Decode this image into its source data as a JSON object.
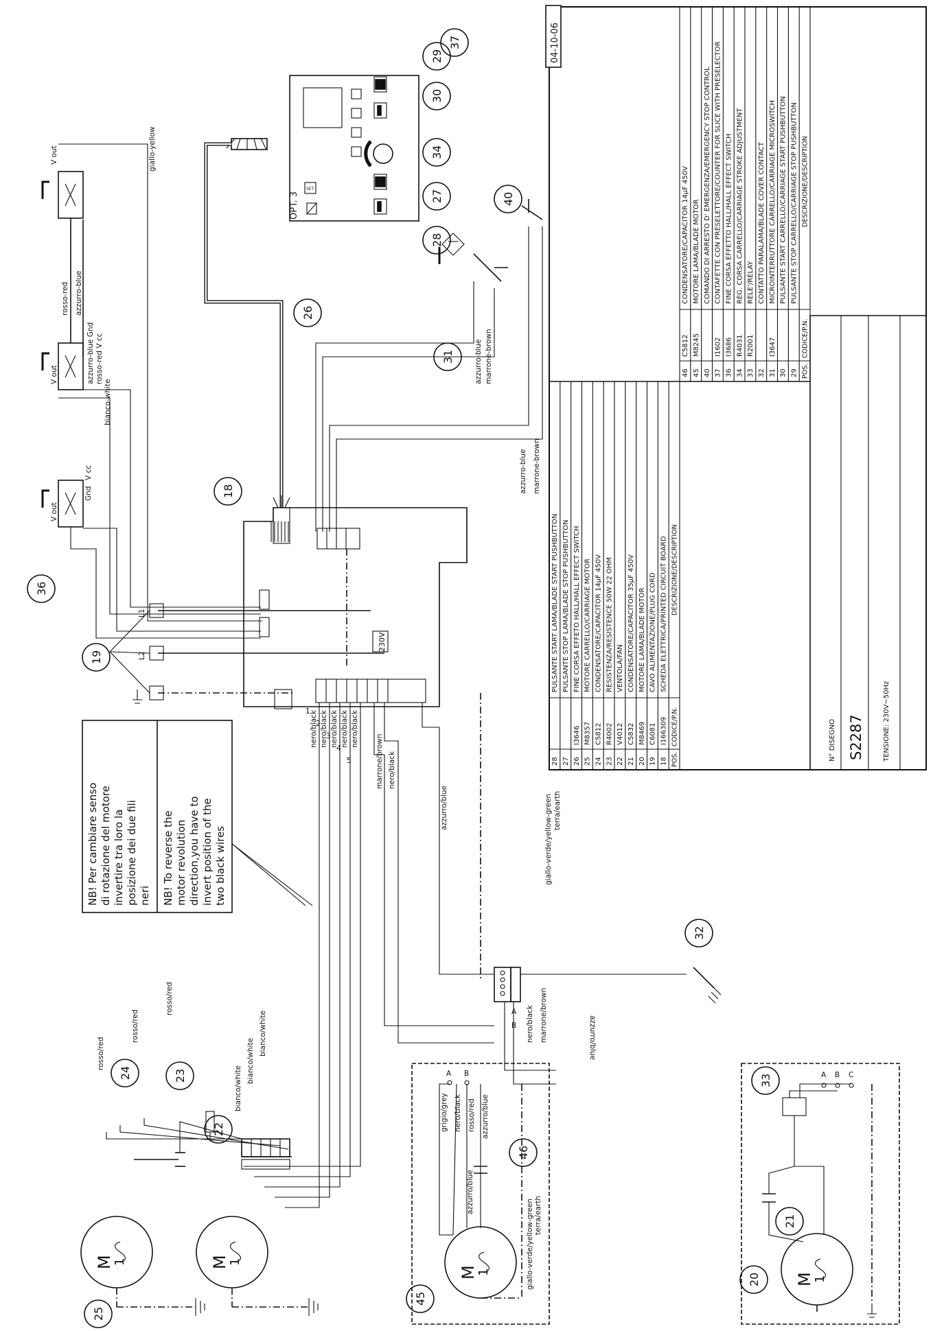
{
  "date": "04-10-06",
  "drawing_label": "N° DISEGNO",
  "drawing_number": "S2287",
  "voltage": "TENSIONE: 230V~50Hz",
  "option_label": "OPT. 3",
  "note_it": [
    "NB! Per cambiare senso",
    "di rotazione del motore",
    "invertire tra loro la",
    "posizione dei due fili",
    "neri"
  ],
  "note_en": [
    "NB! To reverse the",
    "motor revolution",
    "direction,you have to",
    "invert position of the",
    "two black wires"
  ],
  "voltage_label": "230V",
  "callouts": [
    {
      "label": "37"
    },
    {
      "label": "29"
    },
    {
      "label": "30"
    },
    {
      "label": "34"
    },
    {
      "label": "27"
    },
    {
      "label": "28"
    },
    {
      "label": "26"
    },
    {
      "label": "40"
    },
    {
      "label": "31"
    },
    {
      "label": "18"
    },
    {
      "label": "36"
    },
    {
      "label": "19"
    },
    {
      "label": "32"
    },
    {
      "label": "24"
    },
    {
      "label": "23"
    },
    {
      "label": "22"
    },
    {
      "label": "25"
    },
    {
      "label": "46"
    },
    {
      "label": "45"
    },
    {
      "label": "33"
    },
    {
      "label": "21"
    },
    {
      "label": "20"
    }
  ],
  "wire_labels": [
    "giallo-yellow",
    "rosso-red",
    "azzurro-blue",
    "azzurro-blue Gnd",
    "rosso-red V cc",
    "bianco-white",
    "V out",
    "V out",
    "V cc",
    "Gnd",
    "V out",
    "azzurro-blue",
    "marrone-brown",
    "azzurro-blue",
    "marrone-brown",
    "nero/black",
    "nero/black",
    "nero/black",
    "nero/black",
    "nero/black",
    "marrone/brown",
    "nero/black",
    "azzurro/blue",
    "giallo-verde/yellow-green",
    "terra/earth",
    "azzurro/blue",
    "nero/black",
    "marrone/brown",
    "rosso/red",
    "rosso/red",
    "rosso/red",
    "bianco/white",
    "bianco/white",
    "bianco/white",
    "grigio/grey",
    "nero/black",
    "rosso/red",
    "azzurro/blue",
    "azzurro/blue",
    "giallo-verde/yellow-green",
    "terra/earth",
    "L1",
    "L2",
    "1",
    "2",
    "3",
    "4",
    "5",
    "A",
    "B",
    "C",
    "SET",
    "M",
    "1"
  ],
  "table_left": {
    "rows": [
      {
        "pos": "28",
        "code": "",
        "desc": "PULSANTE START LAMA/BLADE START PUSHBUTTON"
      },
      {
        "pos": "27",
        "code": "",
        "desc": "PULSANTE STOP LAMA/BLADE STOP PUSHBUTTON"
      },
      {
        "pos": "26",
        "code": "I3646",
        "desc": "FINE CORSA EFFETO HALL/HALL EFFECT SWITCH"
      },
      {
        "pos": "25",
        "code": "M8357",
        "desc": "MOTORE CARRELLO/CARRIAGE MOTOR"
      },
      {
        "pos": "24",
        "code": "C5812",
        "desc": "CONDENSATORE/CAPACITOR 14µF 450V"
      },
      {
        "pos": "23",
        "code": "R4002",
        "desc": "RESISTENZA/RESISTENCE 50W 22 OHM"
      },
      {
        "pos": "22",
        "code": "V4012",
        "desc": "VENTOLA/FAN"
      },
      {
        "pos": "21",
        "code": "C5832",
        "desc": "CONDENSATORE/CAPACITOR 35µF 450V"
      },
      {
        "pos": "20",
        "code": "M8469",
        "desc": "MOTORE LAMA/BLADE MOTOR"
      },
      {
        "pos": "19",
        "code": "C6081",
        "desc": "CAVO ALIMENTAZIONE/PLUG CORD"
      },
      {
        "pos": "18",
        "code": "I166309",
        "desc": "SCHEDA ELETTRICA/PRINTED CIRCUIT BOARD"
      }
    ],
    "header": {
      "pos": "POS.",
      "code": "CODICE/P.N.",
      "desc": "DESCRIZIONE/DESCRIPTION"
    }
  },
  "table_right": {
    "rows": [
      {
        "pos": "46",
        "code": "C5812",
        "desc": "CONDENSATORE/CAPACITOR 14µF 450V"
      },
      {
        "pos": "45",
        "code": "M8245",
        "desc": "MOTORE LAMA/BLADE MOTOR"
      },
      {
        "pos": "40",
        "code": "",
        "desc": "COMANDO DI ARRESTO D' EMERGENZA/EMERGENCY STOP CONTROL"
      },
      {
        "pos": "37",
        "code": "I1602",
        "desc": "CONTAFETTE CON PRESELETTORE/COUNTER FOR SLICE WITH PRESELECTOR"
      },
      {
        "pos": "36",
        "code": "I3686",
        "desc": "FINE CORSA EFFETTO HALL/HALL EFFECT SWITCH"
      },
      {
        "pos": "34",
        "code": "R4031",
        "desc": "REG. CORSA CARRELLO/CARRIAGE STROKE ADJUSTMENT"
      },
      {
        "pos": "33",
        "code": "R2001",
        "desc": "RELE'/RELAY"
      },
      {
        "pos": "32",
        "code": "",
        "desc": "CONTATTO PARALAMA/BLADE COVER CONTACT"
      },
      {
        "pos": "31",
        "code": "I3647",
        "desc": "MICROINTERRUTTORE CARRELLO/CARRIAGE MICROSWITCH"
      },
      {
        "pos": "30",
        "code": "",
        "desc": "PULSANTE START CARRELLO/CARRIAGE START PUSHBUTTON"
      },
      {
        "pos": "29",
        "code": "",
        "desc": "PULSANTE STOP CARRELLO/CARRIAGE STOP PUSHBUTTON"
      }
    ],
    "header": {
      "pos": "POS.",
      "code": "CODICE/P.N.",
      "desc": "DESCRIZIONE/DESCRIPTION"
    }
  }
}
